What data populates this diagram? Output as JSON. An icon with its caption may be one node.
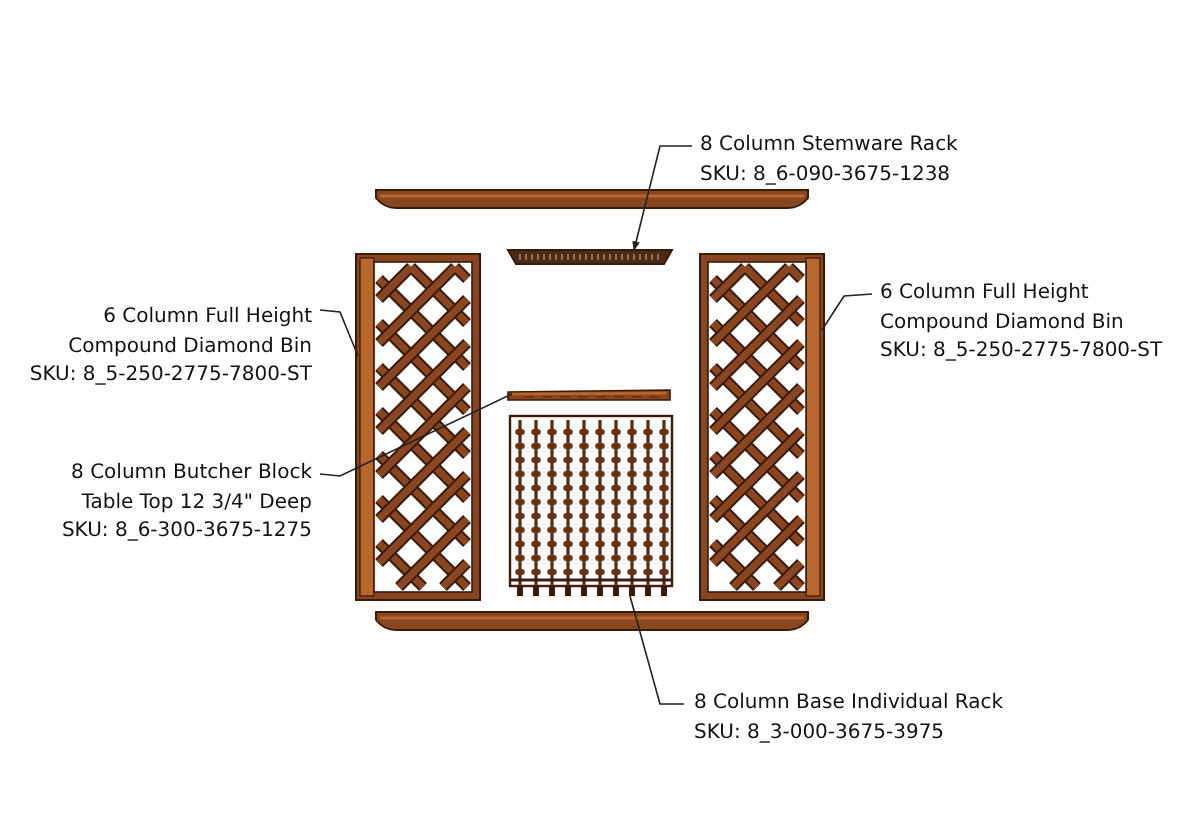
{
  "diagram": {
    "nodes": [
      {
        "text": [
          "8 Column Stemware Rack",
          "SKU: 8_6-090-3675-1238"
        ]
      },
      {
        "text": [
          "6 Column Full Height Compound Diamond Bin",
          "SKU: 8_5-250-2775-7800-ST"
        ]
      },
      {
        "text": [
          "6 Column Full Height Compound Diamond Bin",
          "SKU: 8_5-250-2775-7800-ST"
        ]
      },
      {
        "text": [
          "8 Column Butcher Block Table Top 12 3/4\" Deep",
          "SKU: 8_6-300-3675-1275"
        ]
      },
      {
        "text": [
          "8 Column Base Individual Rack",
          "SKU: 8_3-000-3675-3975"
        ]
      },
      {
        "text": [],
        "shape": "picture"
      },
      {
        "text": [],
        "shape": "picture"
      },
      {
        "text": [],
        "shape": "picture"
      },
      {
        "text": [],
        "shape": "picture"
      },
      {
        "text": [],
        "shape": "picture"
      }
    ],
    "edges": [
      {
        "from": 0,
        "to": 5,
        "arrow": "to"
      },
      {
        "from": 1,
        "to": 6,
        "arrow": "none"
      },
      {
        "from": 2,
        "to": 7,
        "arrow": "none"
      },
      {
        "from": 3,
        "to": 8,
        "arrow": "none"
      },
      {
        "from": 4,
        "to": 9,
        "arrow": "none"
      }
    ]
  }
}
